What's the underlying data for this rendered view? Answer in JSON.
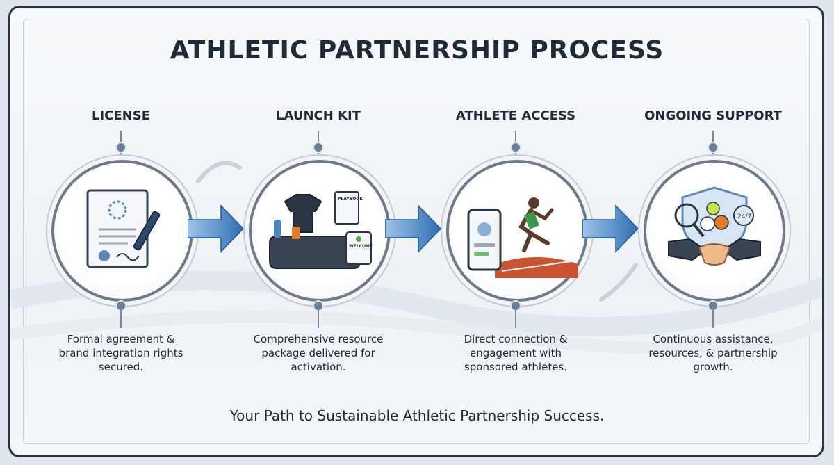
{
  "title": "ATHLETIC PARTNERSHIP PROCESS",
  "tagline": "Your Path to Sustainable Athletic Partnership Success.",
  "colors": {
    "frame": "#2a3442",
    "arrow": "#2f6fb3",
    "text": "#1f2a38",
    "node": "#6a7f96"
  },
  "steps": [
    {
      "label": "LICENSE",
      "icon": "certificate-pen-icon",
      "desc_lines": [
        "Formal agreement &",
        "brand integration rights",
        "secured."
      ]
    },
    {
      "label": "LAUNCH KIT",
      "icon": "gear-bag-kit-icon",
      "desc_lines": [
        "Comprehensive resource",
        "package delivered for",
        "activation."
      ],
      "icon_text": [
        "PLAYBOOK",
        "WELCOME"
      ]
    },
    {
      "label": "ATHLETE ACCESS",
      "icon": "phone-runner-icon",
      "desc_lines": [
        "Direct connection &",
        "engagement with",
        "sponsored athletes."
      ]
    },
    {
      "label": "ONGOING SUPPORT",
      "icon": "handshake-shield-icon",
      "desc_lines": [
        "Continuous assistance,",
        "resources, & partnership",
        "growth."
      ],
      "icon_text": [
        "24/7"
      ]
    }
  ]
}
